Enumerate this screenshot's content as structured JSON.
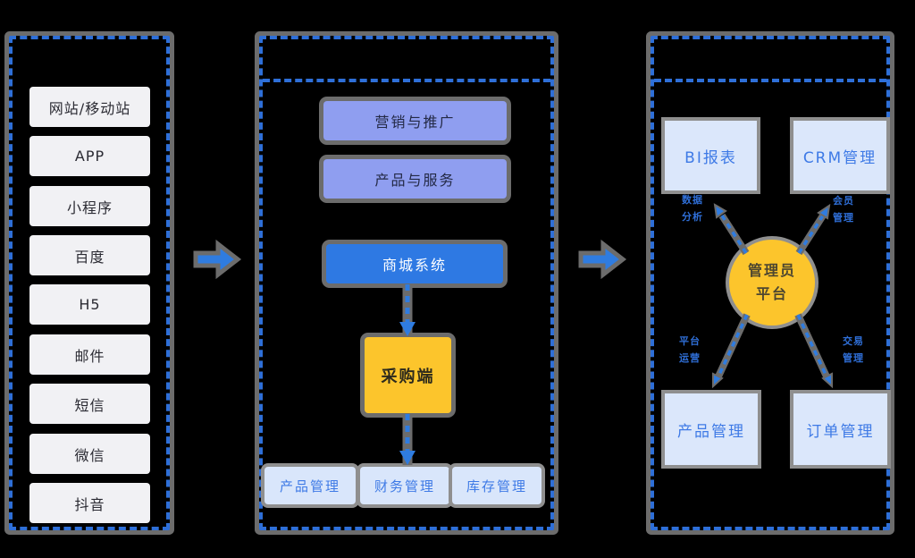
{
  "colors": {
    "background": "#000000",
    "panel_border_blue": "#2e6fd8",
    "halo_gray": "#6c6c6c",
    "purple_box": "#8f9ef0",
    "primary_blue_box": "#2e79e3",
    "yellow": "#fcc52c",
    "light_blue_box": "#d9e6fb",
    "blue_text": "#3e7ae6",
    "arrow_blue": "#2f7ce0"
  },
  "left_panel": {
    "items": [
      "网站/移动站",
      "APP",
      "小程序",
      "百度",
      "H5",
      "邮件",
      "短信",
      "微信",
      "抖音"
    ]
  },
  "middle_panel": {
    "marketing_label": "营销与推广",
    "product_service_label": "产品与服务",
    "mall_label": "商城系统",
    "procurement_label": "采购端",
    "bottom_row": [
      "产品管理",
      "财务管理",
      "库存管理"
    ]
  },
  "right_panel": {
    "center_circle": {
      "line1": "管理员",
      "line2": "平台"
    },
    "modules": {
      "bi": "BI报表",
      "crm": "CRM管理",
      "product": "产品管理",
      "order": "订单管理"
    },
    "edge_labels": {
      "bi": [
        "数据",
        "分析"
      ],
      "crm": [
        "会员",
        "管理"
      ],
      "product": [
        "平台",
        "运营"
      ],
      "order": [
        "交易",
        "管理"
      ]
    }
  }
}
